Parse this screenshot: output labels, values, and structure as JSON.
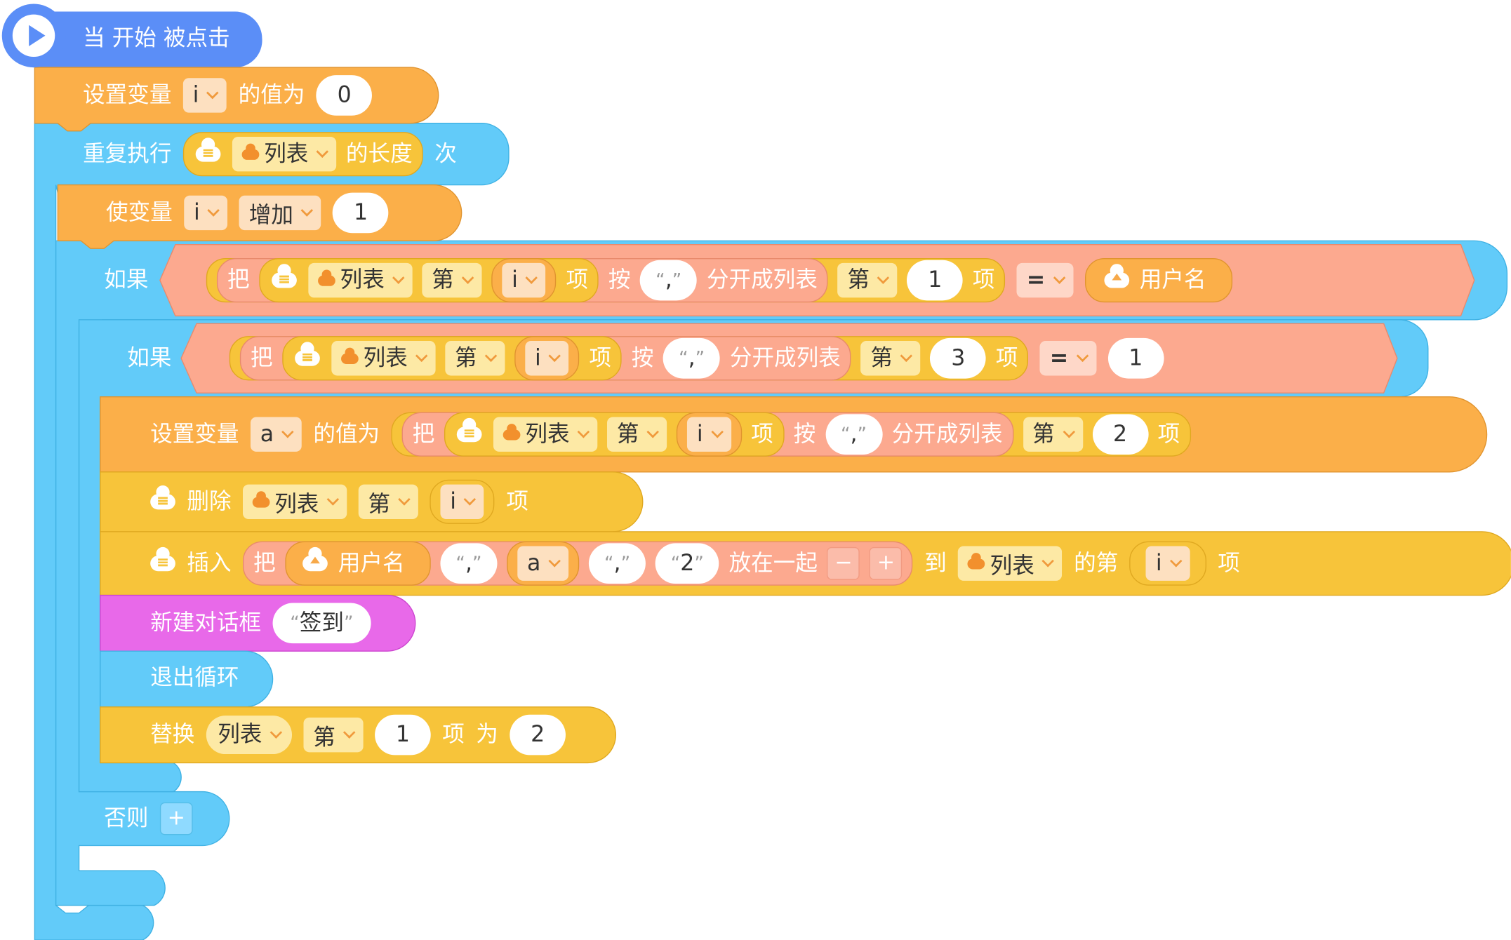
{
  "colors": {
    "event": "#5b8ef7",
    "control": "#62cbf9",
    "variable": "#fbaf49",
    "list": "#f7c43a",
    "text": "#fca98f",
    "dialog": "#e05ce8"
  },
  "icons": {
    "play": "play-icon",
    "cloud_list": "cloud-list-icon",
    "cloud_upload": "cloud-upload-icon",
    "dropdown": "chevron-down-icon"
  },
  "hat": {
    "label": "当 开始 被点击"
  },
  "set_i": {
    "label": "设置变量",
    "var": "i",
    "value_label": "的值为",
    "value": "0"
  },
  "repeat": {
    "label": "重复执行",
    "list": "列表",
    "length_label": "的长度",
    "times_label": "次"
  },
  "change_i": {
    "label": "使变量",
    "var": "i",
    "op": "增加",
    "value": "1"
  },
  "if1": {
    "label": "如果",
    "ba": "把",
    "list": "列表",
    "di": "第",
    "index": "i",
    "xiang": "项",
    "an": "按",
    "sep_open": "“",
    "sep": ",",
    "sep_close": "”",
    "split": "分开成列表",
    "di2": "第",
    "num": "1",
    "xiang2": "项",
    "op": "=",
    "rhs": "用户名"
  },
  "if2": {
    "label": "如果",
    "ba": "把",
    "list": "列表",
    "di": "第",
    "index": "i",
    "xiang": "项",
    "an": "按",
    "sep_open": "“",
    "sep": ",",
    "sep_close": "”",
    "split": "分开成列表",
    "di2": "第",
    "num": "3",
    "xiang2": "项",
    "op": "=",
    "rhs": "1"
  },
  "set_a": {
    "label": "设置变量",
    "var": "a",
    "value_label": "的值为",
    "ba": "把",
    "list": "列表",
    "di": "第",
    "index": "i",
    "xiang": "项",
    "an": "按",
    "sep_open": "“",
    "sep": ",",
    "sep_close": "”",
    "split": "分开成列表",
    "di2": "第",
    "num": "2",
    "xiang2": "项"
  },
  "delete": {
    "label": "删除",
    "list": "列表",
    "di": "第",
    "index": "i",
    "xiang": "项"
  },
  "insert": {
    "label": "插入",
    "ba": "把",
    "user": "用户名",
    "s1_open": "“",
    "s1": ",",
    "s1_close": "”",
    "var": "a",
    "s2_open": "“",
    "s2": ",",
    "s2_close": "”",
    "s3_open": "“",
    "s3": "2",
    "s3_close": "”",
    "join": "放在一起",
    "minus": "−",
    "plus": "+",
    "to": "到",
    "list": "列表",
    "of_di": "的第",
    "index": "i",
    "xiang": "项"
  },
  "dialog": {
    "label": "新建对话框",
    "text_open": "“",
    "text": "签到",
    "text_close": "”"
  },
  "break": {
    "label": "退出循环"
  },
  "replace": {
    "label": "替换",
    "list": "列表",
    "di": "第",
    "num": "1",
    "xiang": "项",
    "wei": "为",
    "value": "2"
  },
  "else": {
    "label": "否则",
    "plus": "+"
  }
}
